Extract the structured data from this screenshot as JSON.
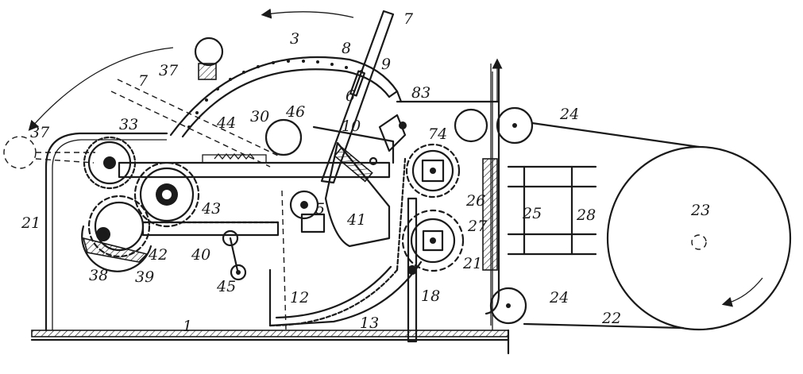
{
  "figure": {
    "labels": {
      "l1": "1",
      "l3": "3",
      "l5": "5",
      "l6": "6",
      "l7a": "7",
      "l7b": "7",
      "l8": "8",
      "l9": "9",
      "l10": "10",
      "l12": "12",
      "l13": "13",
      "l18": "18",
      "l21a": "21",
      "l21b": "21",
      "l22": "22",
      "l23": "23",
      "l24a": "24",
      "l24b": "24",
      "l25": "25",
      "l26": "26",
      "l27": "27",
      "l28": "28",
      "l30": "30",
      "l33": "33",
      "l37a": "37",
      "l37b": "37",
      "l38": "38",
      "l39": "39",
      "l40": "40",
      "l41": "41",
      "l42": "42",
      "l43": "43",
      "l44": "44",
      "l45": "45",
      "l46": "46",
      "l74": "74",
      "l83": "83"
    }
  }
}
